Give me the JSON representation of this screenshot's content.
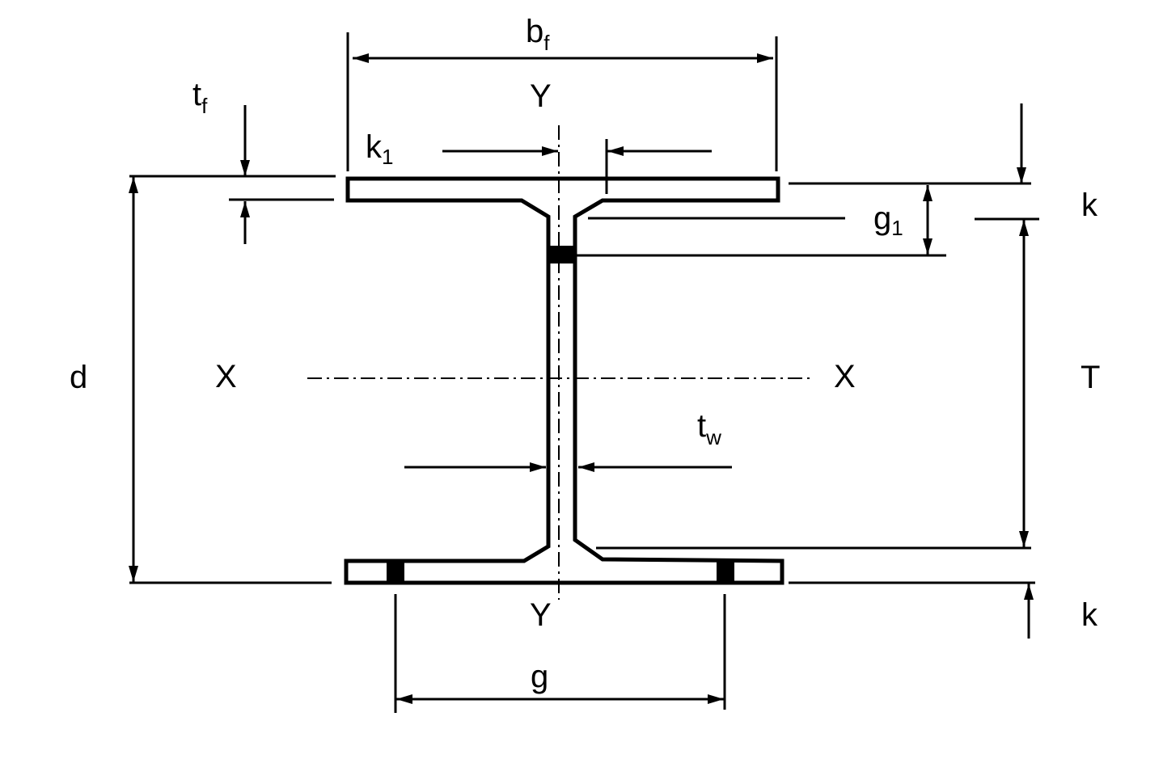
{
  "title": "I-beam cross-section dimensions",
  "labels": {
    "bf": {
      "main": "b",
      "sub": "f"
    },
    "tf": {
      "main": "t",
      "sub": "f"
    },
    "k1": {
      "main": "k",
      "sub": "1"
    },
    "g1": {
      "main": "g",
      "sub": "1"
    },
    "tw": {
      "main": "t",
      "sub": "w"
    },
    "y_top": "Y",
    "y_bottom": "Y",
    "x_left": "X",
    "x_right": "X",
    "d": "d",
    "T": "T",
    "k_top": "k",
    "k_bottom": "k",
    "g": "g"
  },
  "colors": {
    "line": "#000000",
    "background": "#ffffff"
  }
}
